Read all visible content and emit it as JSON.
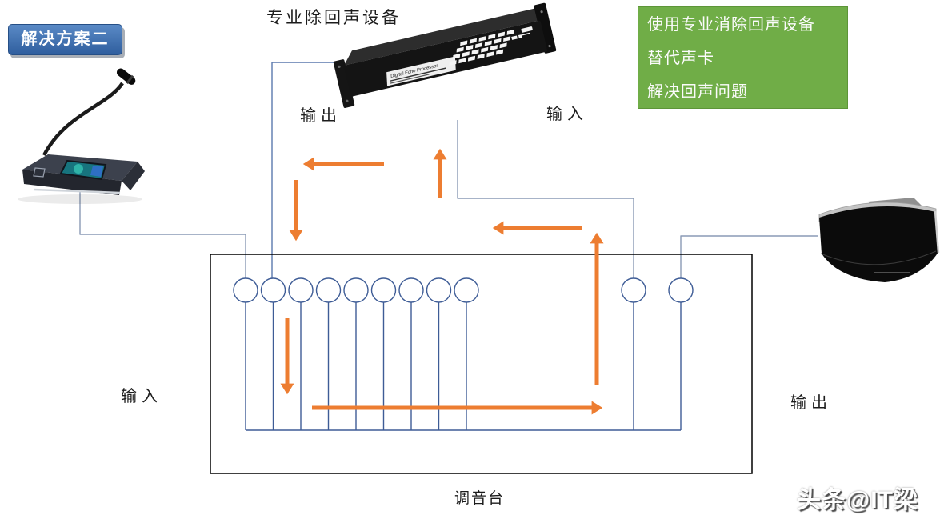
{
  "solution_badge": {
    "label": "解决方案二"
  },
  "device_title": "专业除回声设备",
  "note_box": {
    "lines": [
      "使用专业消除回声设备",
      "替代声卡",
      "解决回声问题"
    ],
    "bg_color": "#70AD47"
  },
  "flow_labels": {
    "processor_output": "输出",
    "processor_input": "输入",
    "mixer_input": "输入",
    "mixer_output": "输出"
  },
  "mixer": {
    "label": "调音台",
    "left_knob_count": 9,
    "right_knob_count": 2
  },
  "devices": {
    "microphone": "conference-microphone",
    "processor": "echo-processor",
    "processor_front_text": "Digital Echo Processor",
    "speaker": "wall-mount-speaker"
  },
  "watermark": "头条@IT梁",
  "colors": {
    "arrow_orange": "#ED7D31",
    "wire_gray_blue": "#8496B0",
    "knob_blue": "#3E5C96",
    "note_green": "#70AD47",
    "badge_blue": "#3A6DB0"
  }
}
